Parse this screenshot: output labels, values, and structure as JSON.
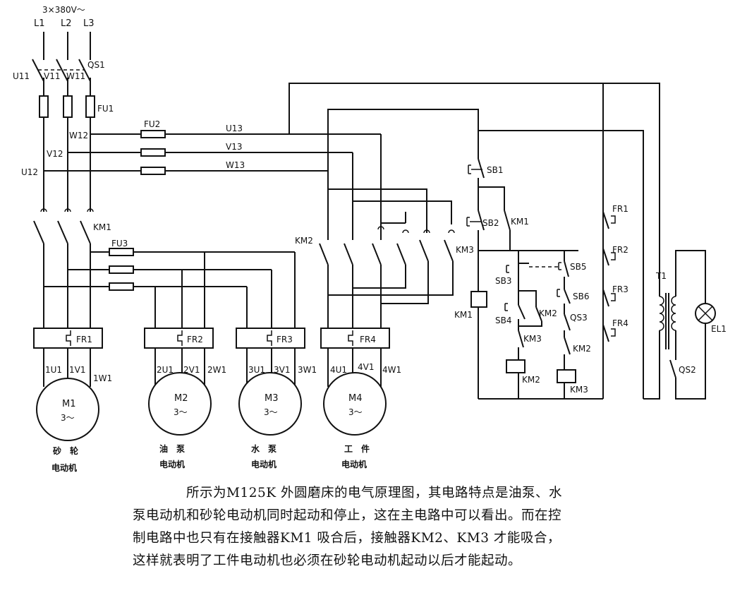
{
  "diagram": {
    "supply": "3×380V～",
    "phases": [
      "L1",
      "L2",
      "L3"
    ],
    "switch_qs1": "QS1",
    "terminals_11": [
      "U11",
      "V11",
      "W11"
    ],
    "fu1": "FU1",
    "terminals_12": [
      "W12",
      "V12",
      "U12"
    ],
    "fu2": "FU2",
    "fu3": "FU3",
    "lines_13": [
      "U13",
      "V13",
      "W13"
    ],
    "km1": "KM1",
    "km2": "KM2",
    "km3": "KM3",
    "fr": [
      "FR1",
      "FR2",
      "FR3",
      "FR4"
    ],
    "m1_terminals": [
      "1U1",
      "1V1",
      "1W1"
    ],
    "m2_terminals": [
      "2U1",
      "2V1",
      "2W1"
    ],
    "m3_terminals": [
      "3U1",
      "3V1",
      "3W1"
    ],
    "m4_terminals": [
      "4U1",
      "4V1",
      "4W1"
    ],
    "motors": [
      "M1",
      "M2",
      "M3",
      "M4"
    ],
    "motor_phase": "3～",
    "captions": [
      [
        "砂　轮",
        "电动机"
      ],
      [
        "油　泵",
        "电动机"
      ],
      [
        "水　泵",
        "电动机"
      ],
      [
        "工　件",
        "电动机"
      ]
    ],
    "control": {
      "sb1": "SB1",
      "sb2": "SB2",
      "sb3": "SB3",
      "sb4": "SB4",
      "sb5": "SB5",
      "sb6": "SB6",
      "km1_contact": "KM1",
      "km1_coil": "KM1",
      "km2_contact": "KM2",
      "km2_coil": "KM2",
      "km3_contact": "KM3",
      "km3_coil": "KM3",
      "km2_contact2": "KM2",
      "qs3": "QS3",
      "fr_contacts": [
        "FR1",
        "FR2",
        "FR3",
        "FR4"
      ],
      "t1": "T1",
      "qs2": "QS2",
      "el1": "EL1"
    }
  },
  "description": {
    "paragraph": "所示为M125K 外圆磨床的电气原理图，其电路特点是油泵、水泵电动机和砂轮电动机同时起动和停止，这在主电路中可以看出。而在控制电路中也只有在接触器KM1 吸合后，接触器KM2、KM3 才能吸合，这样就表明了工件电动机也必须在砂轮电动机起动以后才能起动。"
  }
}
